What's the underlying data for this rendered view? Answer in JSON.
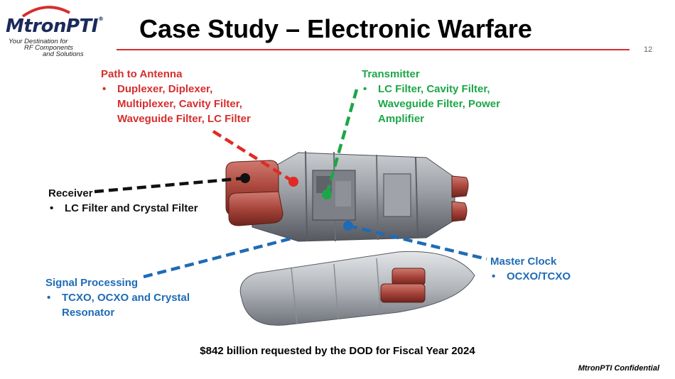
{
  "logo": {
    "brand": "MtronPTI",
    "registered": "®",
    "tagline": [
      "Your Destination for",
      "RF Components",
      "and Solutions"
    ]
  },
  "header": {
    "title": "Case Study – Electronic Warfare",
    "page_number": "12"
  },
  "callouts": {
    "path_to_antenna": {
      "heading": "Path to Antenna",
      "items": [
        "Duplexer, Diplexer, Multiplexer, Cavity Filter, Waveguide Filter, LC Filter"
      ]
    },
    "transmitter": {
      "heading": "Transmitter",
      "items": [
        "LC Filter, Cavity Filter, Waveguide Filter, Power Amplifier"
      ]
    },
    "receiver": {
      "heading": "Receiver",
      "items": [
        "LC Filter and Crystal Filter"
      ]
    },
    "master_clock": {
      "heading": "Master Clock",
      "items": [
        "OCXO/TCXO"
      ]
    },
    "signal_processing": {
      "heading": "Signal Processing",
      "items": [
        "TCXO, OCXO and Crystal Resonator"
      ]
    }
  },
  "footer": {
    "note": "$842 billion requested by the DOD for Fiscal Year 2024",
    "confidential": "MtronPTI Confidential"
  },
  "colors": {
    "accent_red": "#d62e2e",
    "transmitter_green": "#1da648",
    "clock_blue": "#1f6bb6",
    "logo_navy": "#1a2a5a"
  },
  "icons": {
    "logo_swoosh": "red-arc-icon"
  }
}
